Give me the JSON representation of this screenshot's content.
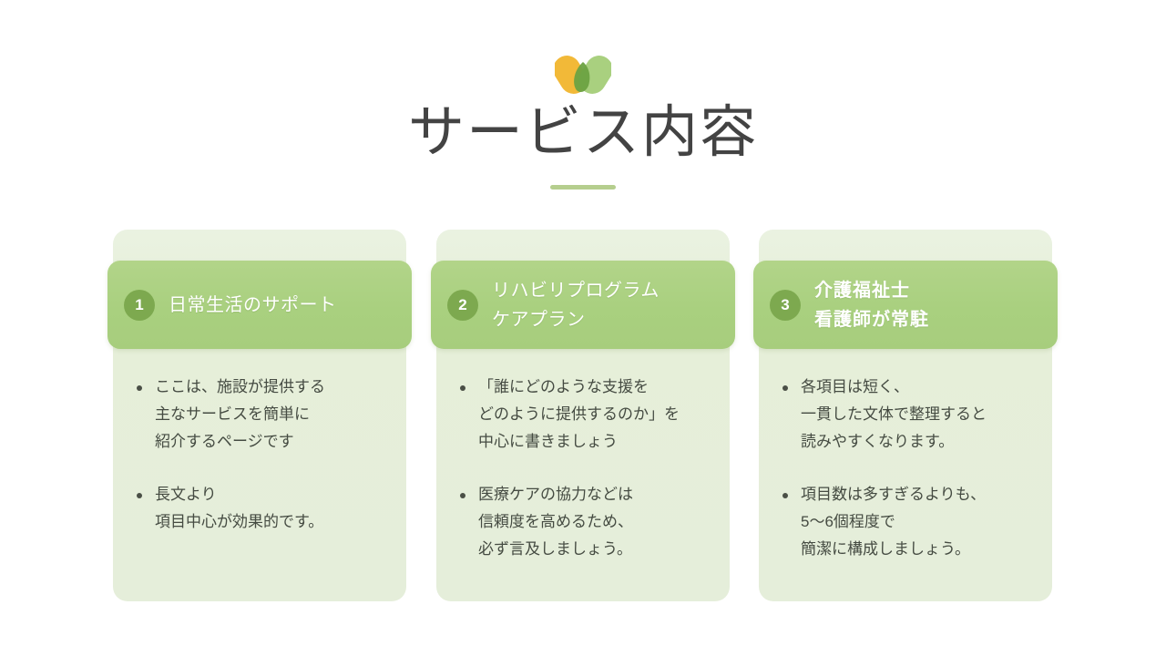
{
  "slide": {
    "title": "サービス内容",
    "logo_icon": "two-petal-heart-logo",
    "colors": {
      "title_text": "#434343",
      "rule": "#b5ce8e",
      "card_background": "#e5eeda",
      "card_header": "#a9d07f",
      "badge": "#7da94f",
      "body_text": "#454b42",
      "logo_yellow": "#f2b938",
      "logo_light_green": "#a9d07f",
      "logo_dark_green": "#6ca242"
    }
  },
  "cards": [
    {
      "number": "1",
      "head_lines": [
        "日常生活のサポート"
      ],
      "bullets": [
        [
          "ここは、施設が提供する",
          "主なサービスを簡単に",
          "紹介するページです"
        ],
        [
          "長文より",
          "項目中心が効果的です。"
        ]
      ]
    },
    {
      "number": "2",
      "head_lines": [
        "リハビリプログラム",
        "ケアプラン"
      ],
      "bullets": [
        [
          "「誰にどのような支援を",
          "どのように提供するのか」を",
          "中心に書きましょう"
        ],
        [
          "医療ケアの協力などは",
          "信頼度を高めるため、",
          "必ず言及しましょう。"
        ]
      ]
    },
    {
      "number": "3",
      "head_lines": [
        "介護福祉士",
        "看護師が常駐"
      ],
      "bullets": [
        [
          "各項目は短く、",
          "一貫した文体で整理すると",
          "読みやすくなります。"
        ],
        [
          "項目数は多すぎるよりも、",
          "5〜6個程度で",
          "簡潔に構成しましょう。"
        ]
      ]
    }
  ]
}
